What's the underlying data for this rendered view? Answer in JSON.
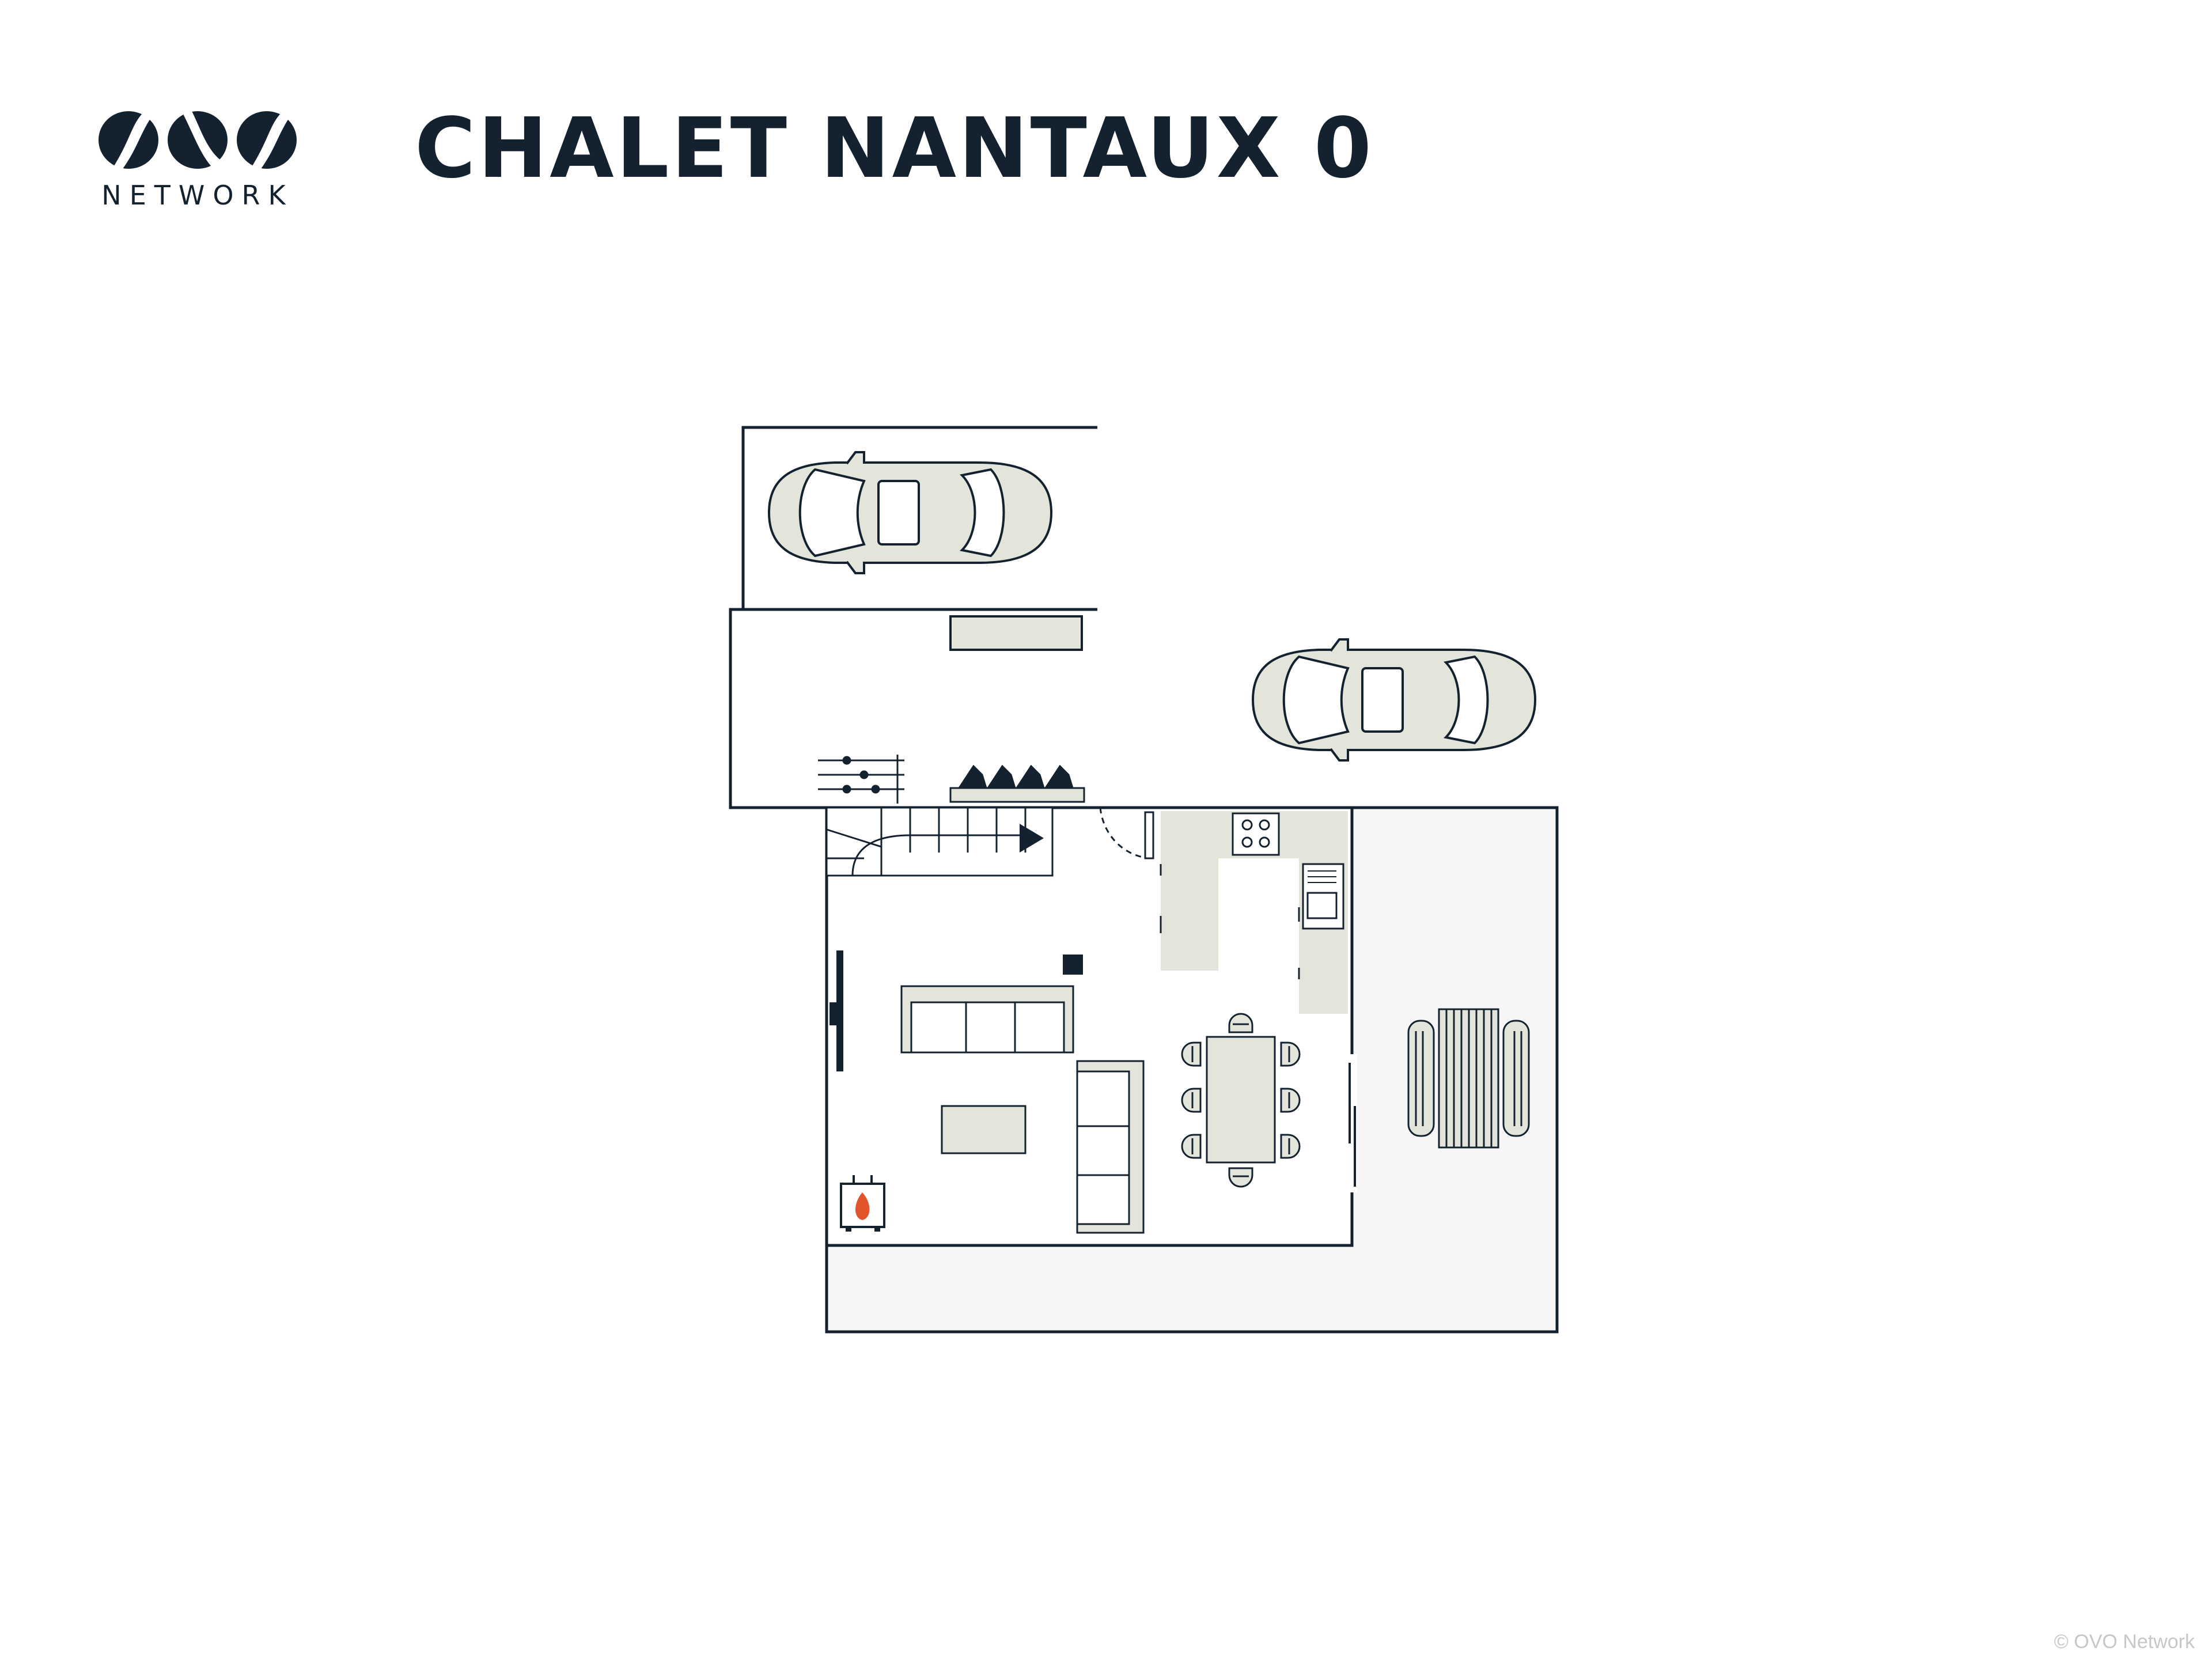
{
  "brand": {
    "logo_mark": "OVO",
    "logo_text": "NETWORK"
  },
  "title": "CHALET NANTAUX 0",
  "copyright": "© OVO Network",
  "colors": {
    "ink": "#14222f",
    "furniture": "#e3e5db",
    "terrace": "#f6f6f6",
    "fire": "#e2542c"
  }
}
